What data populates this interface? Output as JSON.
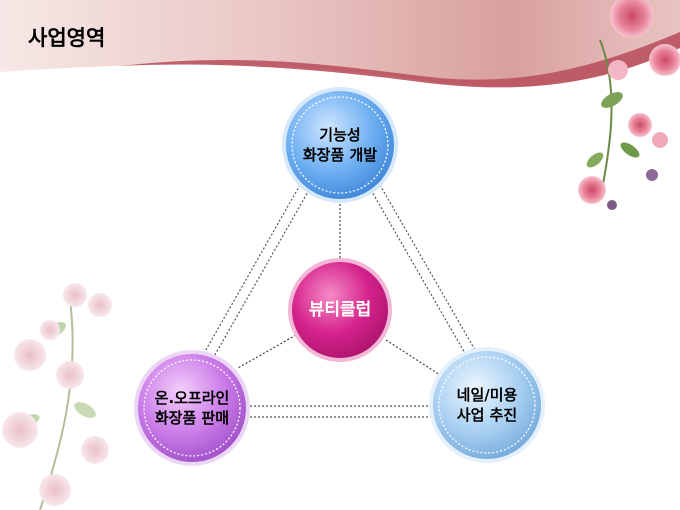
{
  "slide": {
    "title": "사업영역"
  },
  "diagram": {
    "top_node": {
      "line1": "기능성",
      "line2": "화장품 개발"
    },
    "center_node": {
      "label": "뷰티클럽"
    },
    "left_node": {
      "line1": "온.오프라인",
      "line2": "화장품 판매"
    },
    "right_node": {
      "line1": "네일/미용",
      "line2": "사업 추진"
    }
  },
  "colors": {
    "top_node": "#5aa3ec",
    "center_node": "#d21f8a",
    "left_node": "#c06fe0",
    "right_node": "#8fc0ea",
    "banner": "#b9525f"
  },
  "decorations": [
    "rose-cluster-top-right",
    "rose-cluster-left"
  ]
}
